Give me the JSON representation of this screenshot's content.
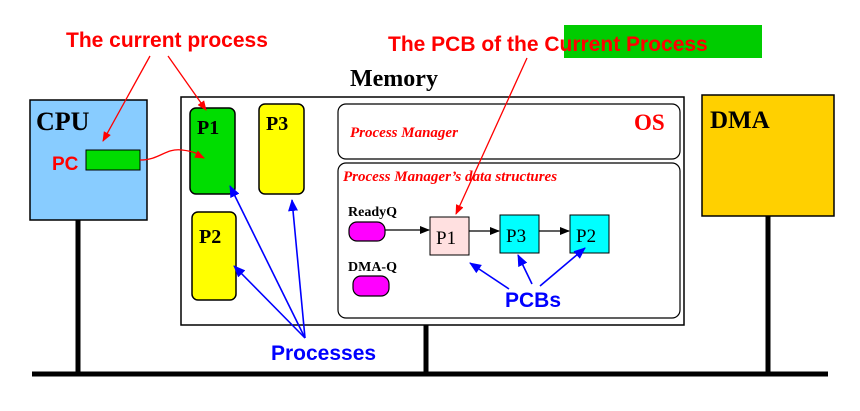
{
  "annotations": {
    "current_process": "The current process",
    "pcb_prefix": "The PCB of the ",
    "pcb_highlight": "Current Process",
    "processes": "Processes",
    "pcbs": "PCBs"
  },
  "memory": {
    "title": "Memory",
    "os_label": "OS",
    "process_manager": "Process Manager",
    "data_structures": "Process Manager’s data structures",
    "ready_queue": "ReadyQ",
    "dma_queue": "DMA-Q"
  },
  "processes": {
    "p1": "P1",
    "p2": "P2",
    "p3": "P3"
  },
  "pcb_nodes": {
    "p1": "P1",
    "p3": "P3",
    "p2": "P2"
  },
  "cpu": {
    "title": "CPU",
    "pc_label": "PC"
  },
  "dma": {
    "title": "DMA"
  },
  "colors": {
    "red_text": "#ff0000",
    "blue_text": "#0000ff",
    "highlight_green": "#00cc00",
    "cpu_fill": "#88ccff",
    "dma_fill": "#ffd000",
    "p1_fill": "#00dd00",
    "p_yellow_fill": "#ffff00",
    "pcb_p1_fill": "#ffe0e0",
    "pcb_cyan_fill": "#00ffff",
    "queue_fill": "#ff00ff"
  }
}
